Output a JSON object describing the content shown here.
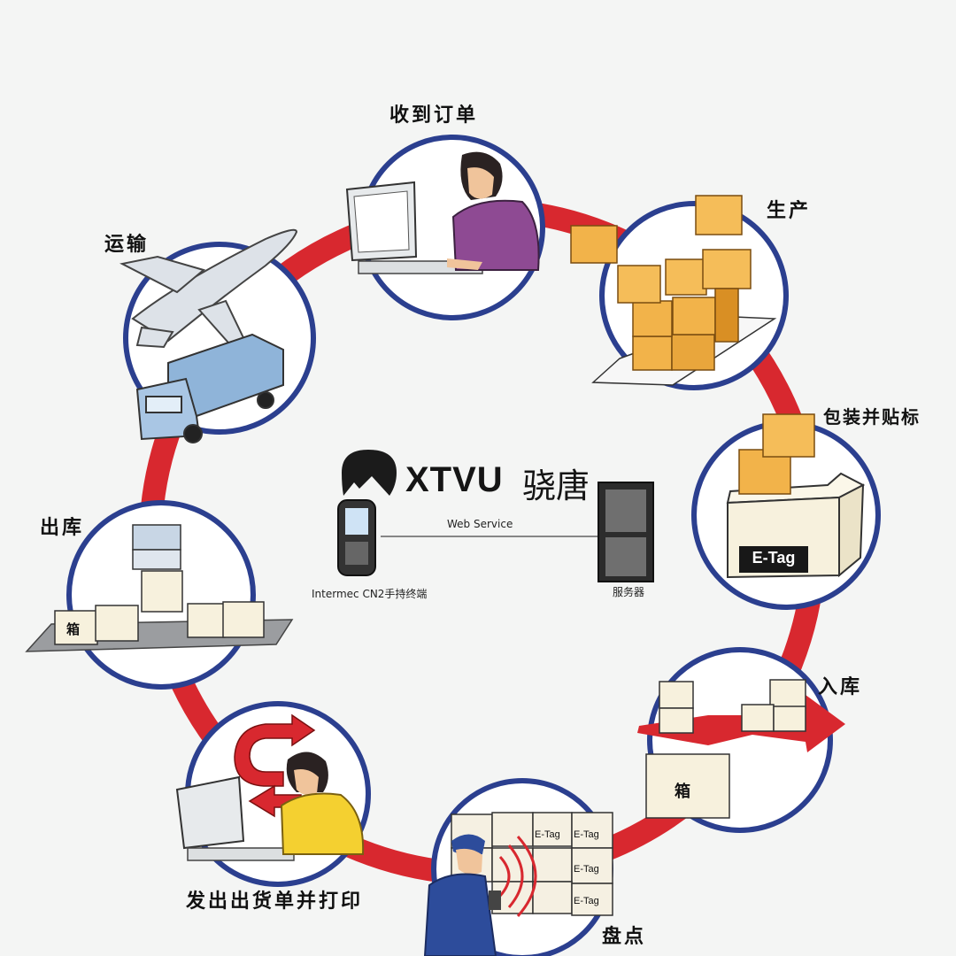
{
  "brand": {
    "name": "XTVU",
    "name_cn": "骁唐"
  },
  "center": {
    "connection_label": "Web Service",
    "handheld_label": "Intermec CN2手持终端",
    "server_label": "服务器"
  },
  "steps": [
    {
      "label": "收到订单"
    },
    {
      "label": "生产"
    },
    {
      "label": "包装并贴标"
    },
    {
      "label": "入库"
    },
    {
      "label": "盘点"
    },
    {
      "label": "发出出货单并打印"
    },
    {
      "label": "出库"
    },
    {
      "label": "运输"
    }
  ],
  "box_texts": {
    "etag_large": "E-Tag",
    "etag_small": "E-Tag",
    "box_char": "箱"
  },
  "colors": {
    "ring": "#d8282f",
    "circle_border": "#2b3f8f",
    "box": "#f2b34a",
    "box_shade": "#d98f24",
    "background": "#f4f5f4"
  }
}
